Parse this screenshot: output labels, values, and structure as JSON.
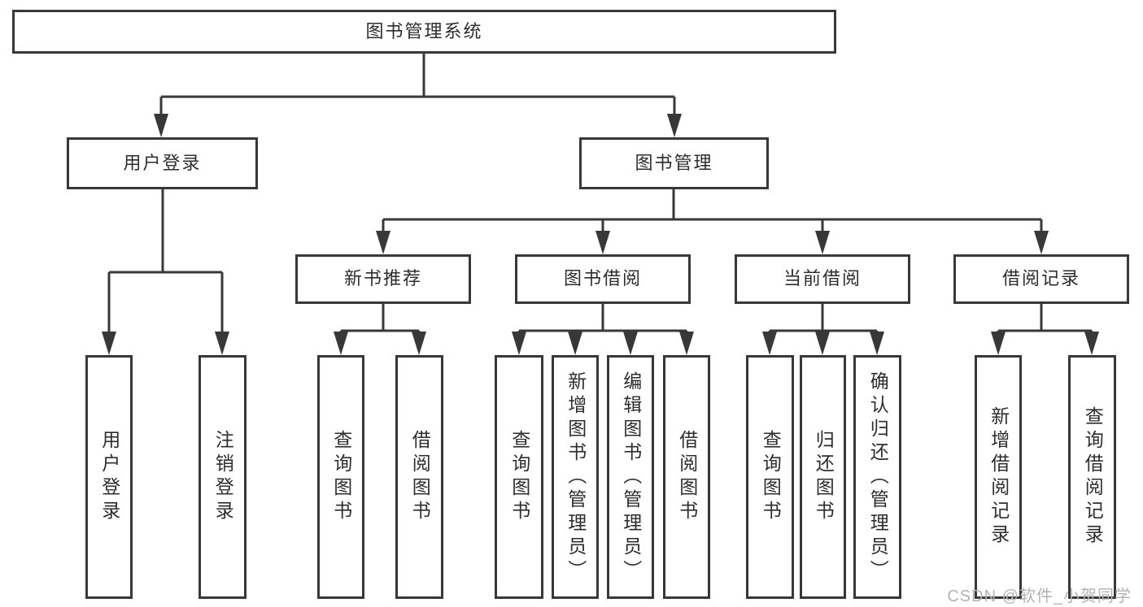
{
  "diagram": {
    "title": "图书管理系统",
    "watermark": "CSDN @软件_小贺同学",
    "colors": {
      "line": "#383838",
      "box_border": "#383838",
      "text": "#2d2d2d",
      "background": "#ffffff",
      "watermark": "#b3b3b3"
    },
    "nodes": {
      "system": "图书管理系统",
      "user_login": "用户登录",
      "book_mgmt": "图书管理",
      "login": "用户登录",
      "logout": "注销登录",
      "new_book_rec": "新书推荐",
      "book_borrow": "图书借阅",
      "current_borrow": "当前借阅",
      "borrow_records": "借阅记录",
      "rec_query_books": "查询图书",
      "rec_borrow_books": "借阅图书",
      "bb_query_books": "查询图书",
      "bb_add_books": "新增图书（管理员）",
      "bb_edit_books": "编辑图书（管理员）",
      "bb_borrow_books": "借阅图书",
      "cb_query_books": "查询图书",
      "cb_return_books": "归还图书",
      "cb_confirm_return": "确认归还（管理员）",
      "br_add_record": "新增借阅记录",
      "br_query_record": "查询借阅记录"
    }
  }
}
